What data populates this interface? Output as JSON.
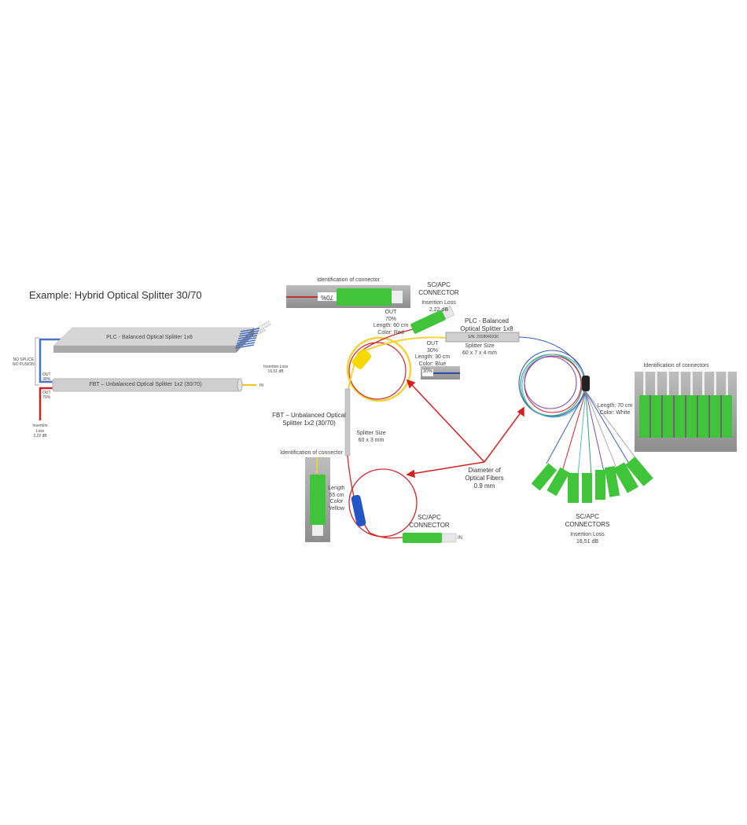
{
  "left_diagram": {
    "title": "Example: Hybrid Optical Splitter 30/70",
    "plc_label": "PLC - Balanced Optical Splitter 1x8",
    "fbt_label": "FBT – Unbalanced Optical Splitter 1x2 (30/70)",
    "no_splice": "NO SPLICE",
    "no_fusion": "NO FUSION",
    "out30": [
      "OUT",
      "30%"
    ],
    "out70": [
      "OUT",
      "70%"
    ],
    "in_label": "IN",
    "plc_insertion_loss": [
      "Insertion Loss",
      "16,51 dB"
    ],
    "fbt_insertion_loss": [
      "Insertion",
      "Loss",
      "2,22 dB"
    ],
    "plc_outputs": [
      "OUT 1",
      "OUT 2",
      "OUT 3",
      "OUT 4",
      "OUT 5",
      "OUT 6",
      "OUT 7",
      "OUT 8"
    ]
  },
  "photo_diagram": {
    "id_connector_top": "Identification of connector",
    "id_connector_top_tag": "70%",
    "sc_apc_top": [
      "SC/APC",
      "CONNECTOR"
    ],
    "sc_apc_top_loss": [
      "Insertion Loss",
      "2,22 dB"
    ],
    "out70_info": [
      "OUT",
      "70%",
      "Length: 60 cm",
      "Color: Red"
    ],
    "plc_title": [
      "PLC - Balanced",
      "Optical Splitter 1x8"
    ],
    "plc_serial": "S/N: 2018040236",
    "plc_size": [
      "Splitter Size",
      "60 x 7 x 4 mm"
    ],
    "out30_info": [
      "OUT",
      "30%",
      "Length: 30 cm",
      "Color: Blue"
    ],
    "out30_tag": "30%",
    "fbt_title": [
      "FBT – Unbalanced Optical",
      "Splitter 1x2 (30/70)"
    ],
    "fbt_size": [
      "Splitter Size",
      "60 x 3 mm"
    ],
    "id_connector_left": "Identification of connector",
    "in_fiber_info": [
      "Length",
      "55 cm",
      "Color",
      "Yellow"
    ],
    "diameter": [
      "Diameter of",
      "Optical Fibers",
      "0.9 mm"
    ],
    "sc_apc_in": [
      "SC/APC",
      "CONNECTOR"
    ],
    "in_label": "IN",
    "id_connectors_right": "Identification of connectors",
    "out_fiber_info": [
      "Length: 70 cm",
      "Color: White"
    ],
    "sc_apc_out": [
      "SC/APC",
      "CONNECTORS"
    ],
    "sc_apc_out_loss": [
      "Insertion Loss",
      "16,51 dB"
    ]
  },
  "colors": {
    "connector_green": "#3fc43a",
    "fiber_red": "#d8262a",
    "fiber_yellow": "#f2d43a",
    "fiber_blue": "#3a5fbf",
    "arrow_red": "#d62020"
  }
}
